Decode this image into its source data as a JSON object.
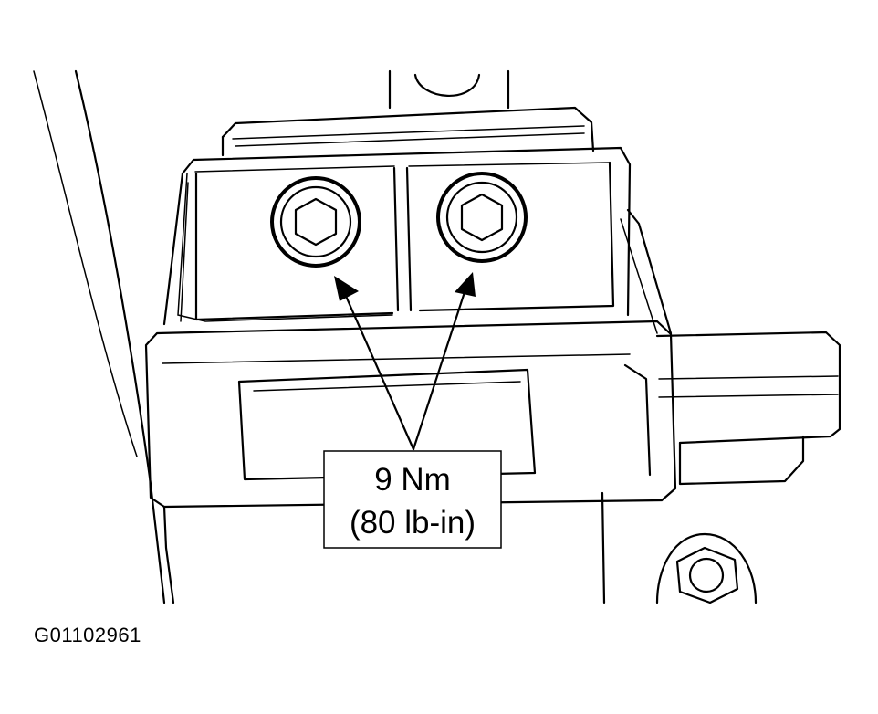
{
  "callout": {
    "torque_metric": "9 Nm",
    "torque_imperial": "(80 lb-in)"
  },
  "figure_id": "G01102961"
}
